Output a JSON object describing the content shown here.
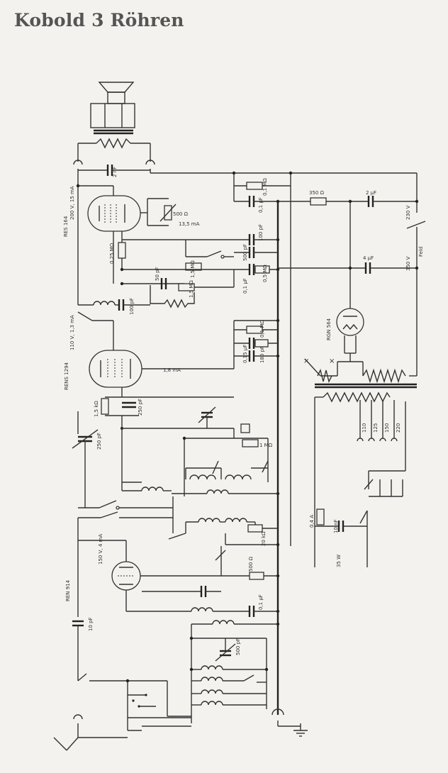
{
  "title": "Kobold 3 Röhren",
  "tubes": {
    "res164": {
      "name": "RES 164",
      "rating": "200 V, 15 mA",
      "anode_current": "13,5 mA"
    },
    "rens1294": {
      "name": "RENS 1294",
      "rating": "110 V, 1,3 mA",
      "anode_current": "1,8 mA"
    },
    "ren914": {
      "name": "REN 914",
      "rating": "150 V, 4 mA"
    },
    "rgn564": {
      "name": "RGN 564"
    }
  },
  "values": {
    "c_2nf": "2 nF",
    "r_500ohm": "500 Ω",
    "r_01mohm": "0,1 MΩ",
    "c_01uf_top": "0,1 μF",
    "r_350ohm": "350 Ω",
    "c_2uf": "2 μF",
    "v_230v": "230 V",
    "r_025mohm": "0,25 MΩ",
    "c_500pf": "500 pF",
    "c_100pf_a": "100 pF",
    "r_15mohm_a": "1,5 MΩ",
    "c_01uf_mid": "0,1 μF",
    "r_05mohm": "0,5 MΩ",
    "c_4uf": "4 μF",
    "v_350v": "350 V",
    "field": "Feld",
    "c_50pf": "50 pF",
    "r_15mohm_b": "1,5 MΩ",
    "c_100pf_b": "100 pF",
    "r_01mohm_b": "0,1 MΩ",
    "c_015uf": "0,15 μF",
    "c_180pf": "180 pF",
    "r_15kohm": "1,5 kΩ",
    "c_250pf_a": "250 pF",
    "c_250pf_b": "250 pF",
    "r_1mohm": "1 MΩ",
    "r_20kohm": "20 kΩ",
    "r_500ohm_b": "500 Ω",
    "c_01uf_low": "0,1 μF",
    "c_10pf": "10 pF",
    "c_500pf_tune": "500 pF",
    "fuse": "0,4 A",
    "c_10nf": "10 nF",
    "power": "35 W"
  },
  "taps": [
    "110",
    "125",
    "150",
    "220"
  ]
}
